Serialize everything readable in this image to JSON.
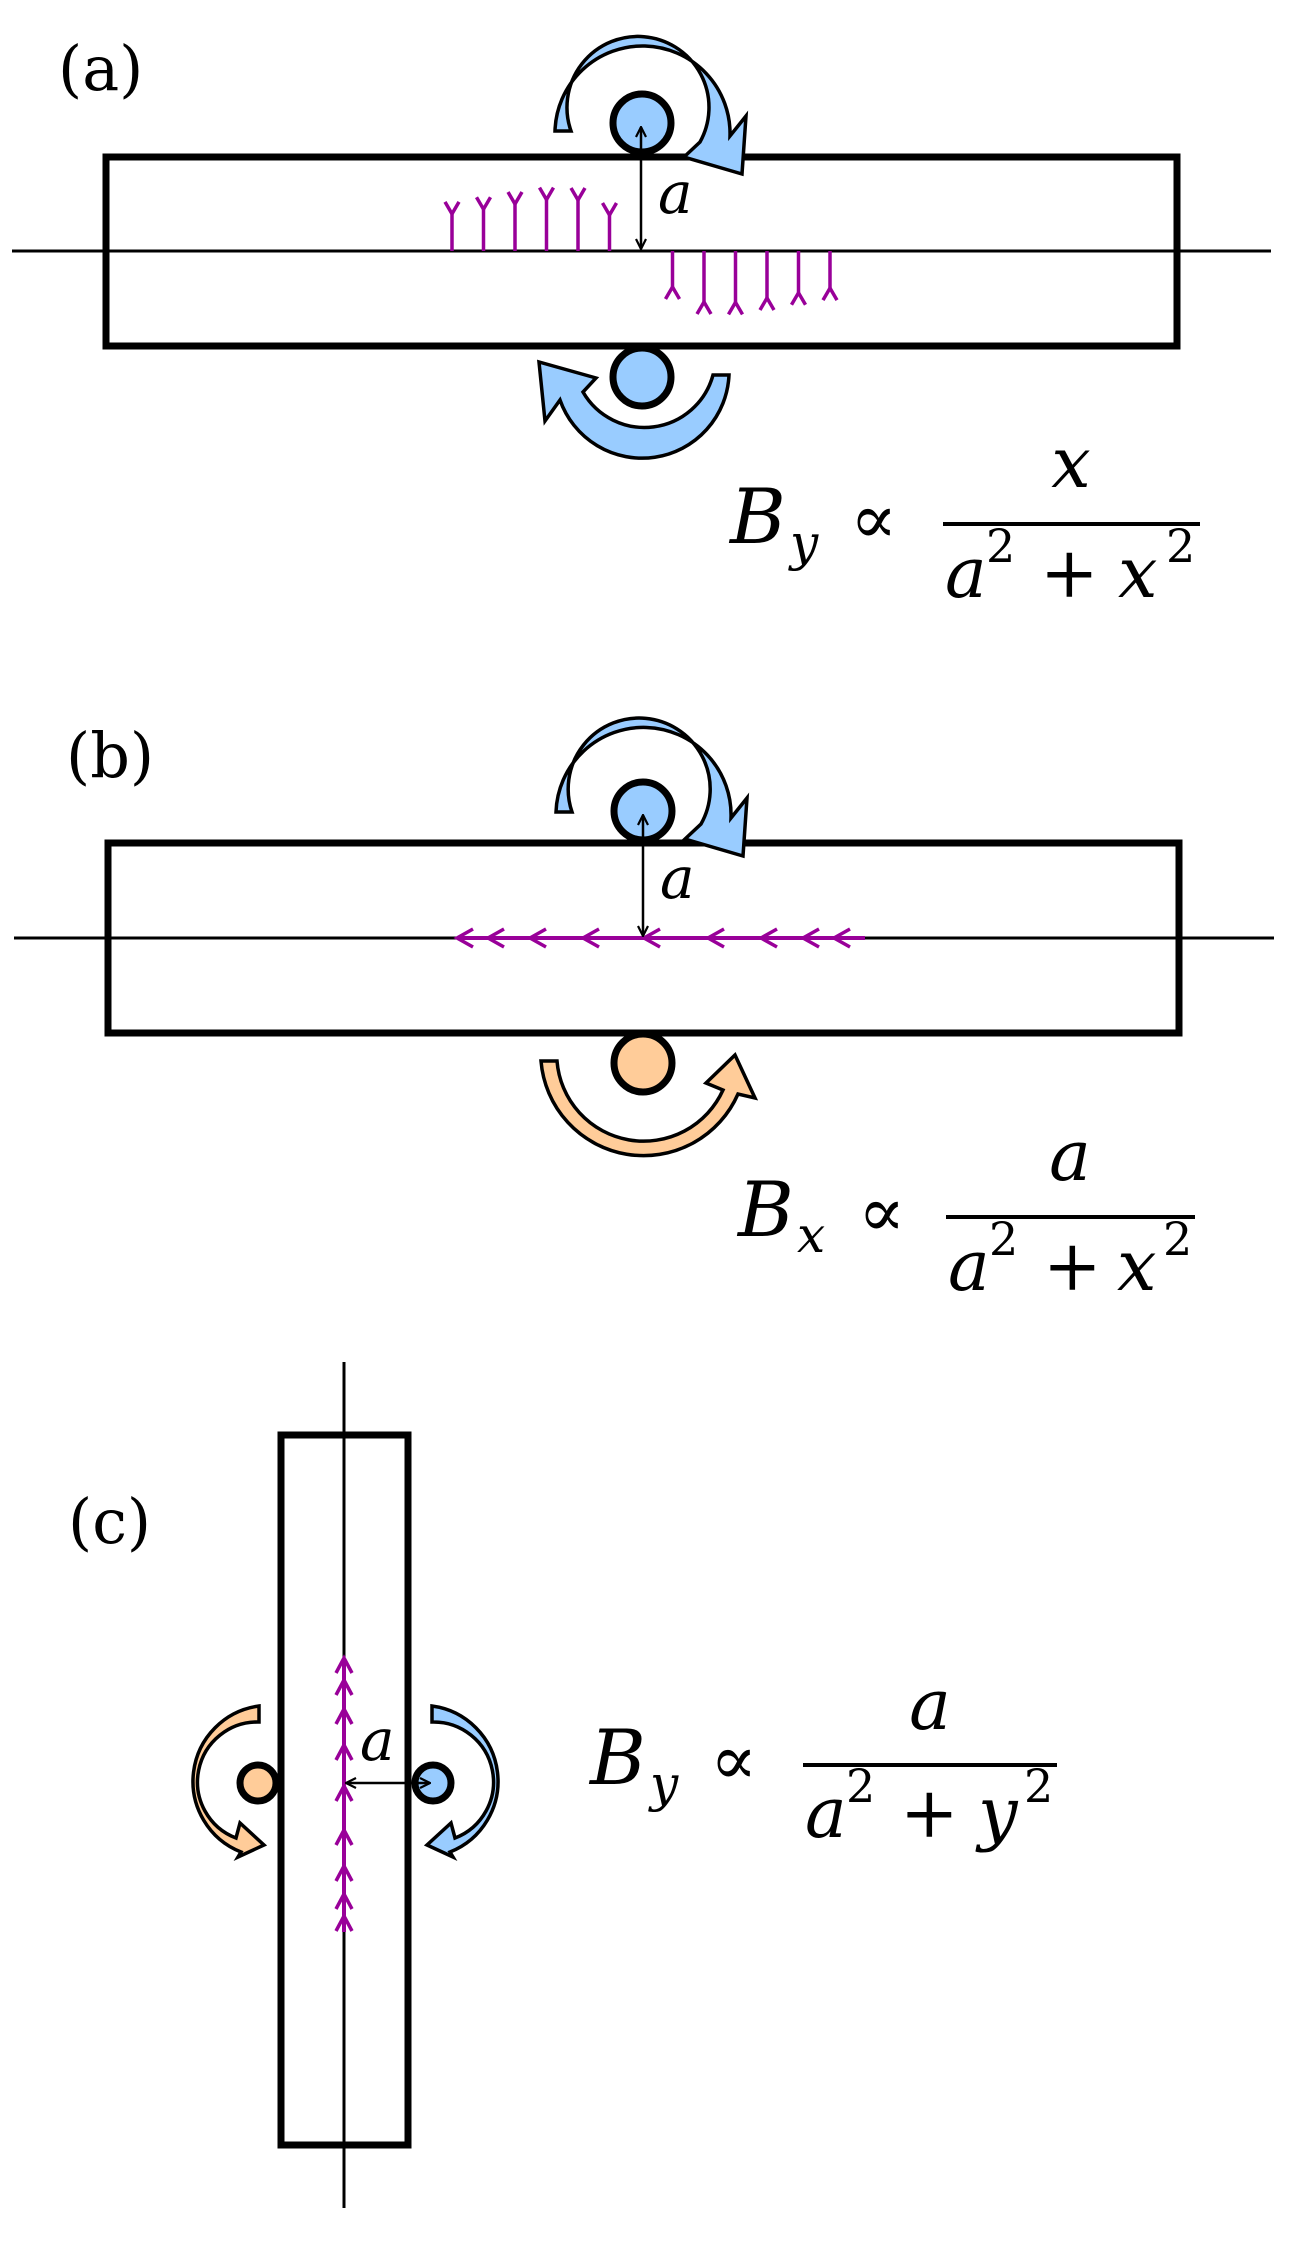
{
  "colors": {
    "current_out": "#99CCFF",
    "current_in": "#FFCC99",
    "field_arrows": "#990099",
    "ink": "#000000"
  },
  "panels": [
    {
      "id": "a",
      "label": "(a)",
      "orientation": "horizontal",
      "distance_label": "a",
      "wires": [
        {
          "position": "top",
          "current": "out",
          "rotation": "clockwise"
        },
        {
          "position": "bottom",
          "current": "out",
          "rotation": "clockwise"
        }
      ],
      "field_component": "y",
      "field_arrows": {
        "direction_left": "up",
        "direction_right": "down",
        "count_each_side": 6
      },
      "formula": {
        "lhs": "B",
        "sub": "y",
        "relation": "∝",
        "numerator": "x",
        "denominator_a": "a",
        "denominator_var": "x",
        "exp": "2",
        "plus": "+"
      }
    },
    {
      "id": "b",
      "label": "(b)",
      "orientation": "horizontal",
      "distance_label": "a",
      "wires": [
        {
          "position": "top",
          "current": "out",
          "rotation": "clockwise"
        },
        {
          "position": "bottom",
          "current": "in",
          "rotation": "counterclockwise"
        }
      ],
      "field_component": "x",
      "field_arrows": {
        "direction": "left",
        "count": 9
      },
      "formula": {
        "lhs": "B",
        "sub": "x",
        "relation": "∝",
        "numerator": "a",
        "denominator_a": "a",
        "denominator_var": "x",
        "exp": "2",
        "plus": "+"
      }
    },
    {
      "id": "c",
      "label": "(c)",
      "orientation": "vertical",
      "distance_label": "a",
      "wires": [
        {
          "position": "left",
          "current": "in",
          "rotation": "counterclockwise"
        },
        {
          "position": "right",
          "current": "out",
          "rotation": "clockwise"
        }
      ],
      "field_component": "y",
      "field_arrows": {
        "direction": "up",
        "count": 9
      },
      "formula": {
        "lhs": "B",
        "sub": "y",
        "relation": "∝",
        "numerator": "a",
        "denominator_a": "a",
        "denominator_var": "y",
        "exp": "2",
        "plus": "+"
      }
    }
  ]
}
